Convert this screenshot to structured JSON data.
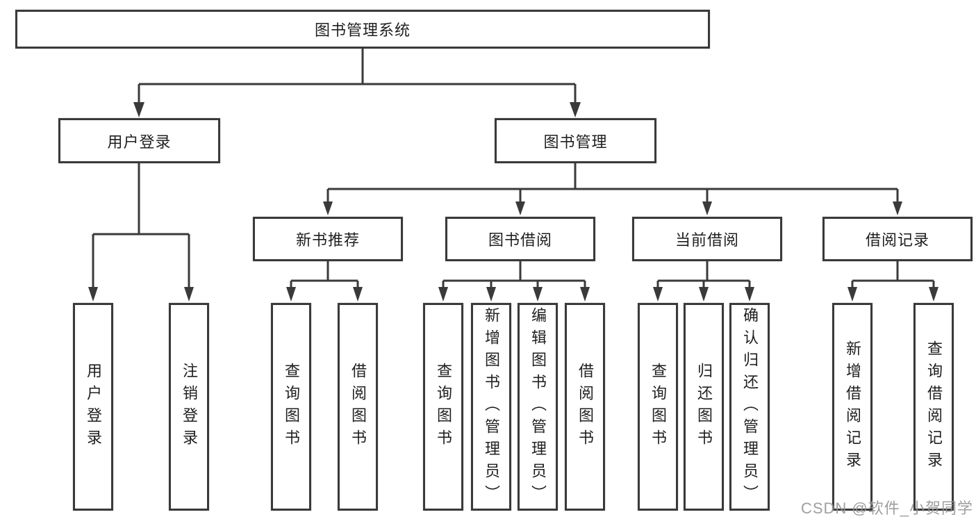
{
  "diagram": {
    "root": {
      "label": "图书管理系统"
    },
    "level2": [
      {
        "label": "用户登录",
        "children": [
          {
            "label": "用户登录"
          },
          {
            "label": "注销登录"
          }
        ]
      },
      {
        "label": "图书管理",
        "groups": [
          {
            "label": "新书推荐",
            "children": [
              {
                "label": "查询图书"
              },
              {
                "label": "借阅图书"
              }
            ]
          },
          {
            "label": "图书借阅",
            "children": [
              {
                "label": "查询图书"
              },
              {
                "label": "新增图书（管理员）"
              },
              {
                "label": "编辑图书（管理员）"
              },
              {
                "label": "借阅图书"
              }
            ]
          },
          {
            "label": "当前借阅",
            "children": [
              {
                "label": "查询图书"
              },
              {
                "label": "归还图书"
              },
              {
                "label": "确认归还（管理员）"
              }
            ]
          },
          {
            "label": "借阅记录",
            "children": [
              {
                "label": "新增借阅记录"
              },
              {
                "label": "查询借阅记录"
              }
            ]
          }
        ]
      }
    ]
  },
  "watermark": {
    "text": "CSDN @软件_小贺同学"
  },
  "colors": {
    "line": "#3a3a3a",
    "box_border": "#3a3a3a",
    "box_fill": "#ffffff",
    "text": "#1f1f1f",
    "watermark": "#949494",
    "background": "#ffffff"
  }
}
